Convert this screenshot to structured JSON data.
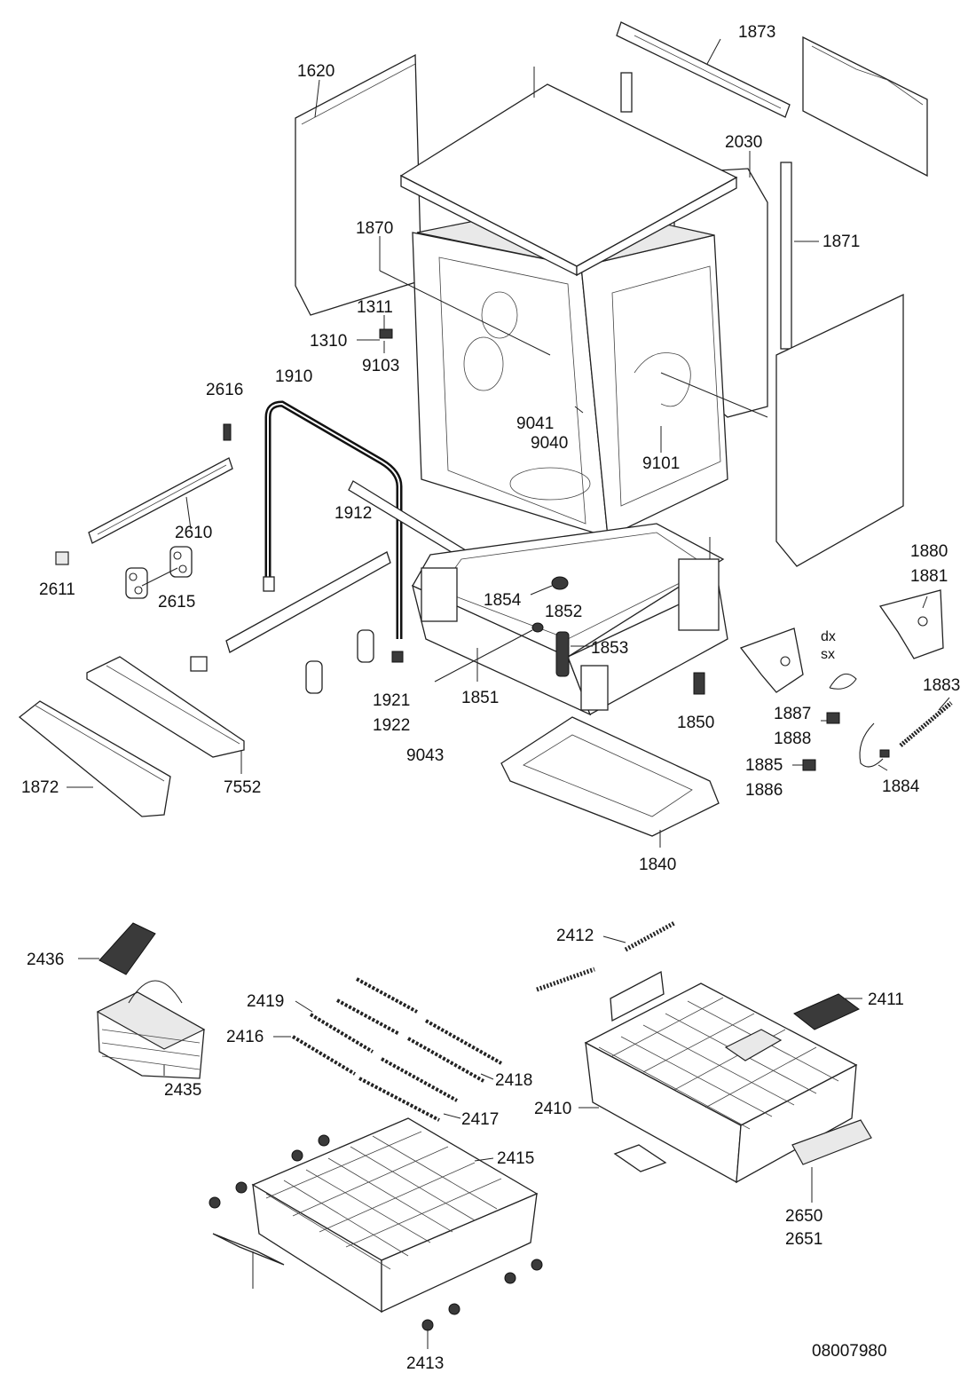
{
  "diagram": {
    "doc_number": "08007980",
    "side_labels": [
      "dx",
      "sx"
    ],
    "parts": [
      {
        "code": "1620"
      },
      {
        "code": "1873"
      },
      {
        "code": "2030"
      },
      {
        "code": "1870"
      },
      {
        "code": "1871"
      },
      {
        "code": "1311"
      },
      {
        "code": "1310"
      },
      {
        "code": "9103"
      },
      {
        "code": "2616"
      },
      {
        "code": "1910"
      },
      {
        "code": "9041"
      },
      {
        "code": "9040"
      },
      {
        "code": "9101"
      },
      {
        "code": "1912"
      },
      {
        "code": "2610"
      },
      {
        "code": "2611"
      },
      {
        "code": "2615"
      },
      {
        "code": "1854"
      },
      {
        "code": "1852"
      },
      {
        "code": "1880"
      },
      {
        "code": "1881"
      },
      {
        "code": "1853"
      },
      {
        "code": "1921"
      },
      {
        "code": "1922"
      },
      {
        "code": "1851"
      },
      {
        "code": "1850"
      },
      {
        "code": "1883"
      },
      {
        "code": "1887"
      },
      {
        "code": "1888"
      },
      {
        "code": "9043"
      },
      {
        "code": "1885"
      },
      {
        "code": "1886"
      },
      {
        "code": "1884"
      },
      {
        "code": "1872"
      },
      {
        "code": "7552"
      },
      {
        "code": "1840"
      },
      {
        "code": "2412"
      },
      {
        "code": "2436"
      },
      {
        "code": "2411"
      },
      {
        "code": "2419"
      },
      {
        "code": "2416"
      },
      {
        "code": "2435"
      },
      {
        "code": "2418"
      },
      {
        "code": "2410"
      },
      {
        "code": "2417"
      },
      {
        "code": "2415"
      },
      {
        "code": "2650"
      },
      {
        "code": "2651"
      },
      {
        "code": "2413"
      }
    ]
  }
}
